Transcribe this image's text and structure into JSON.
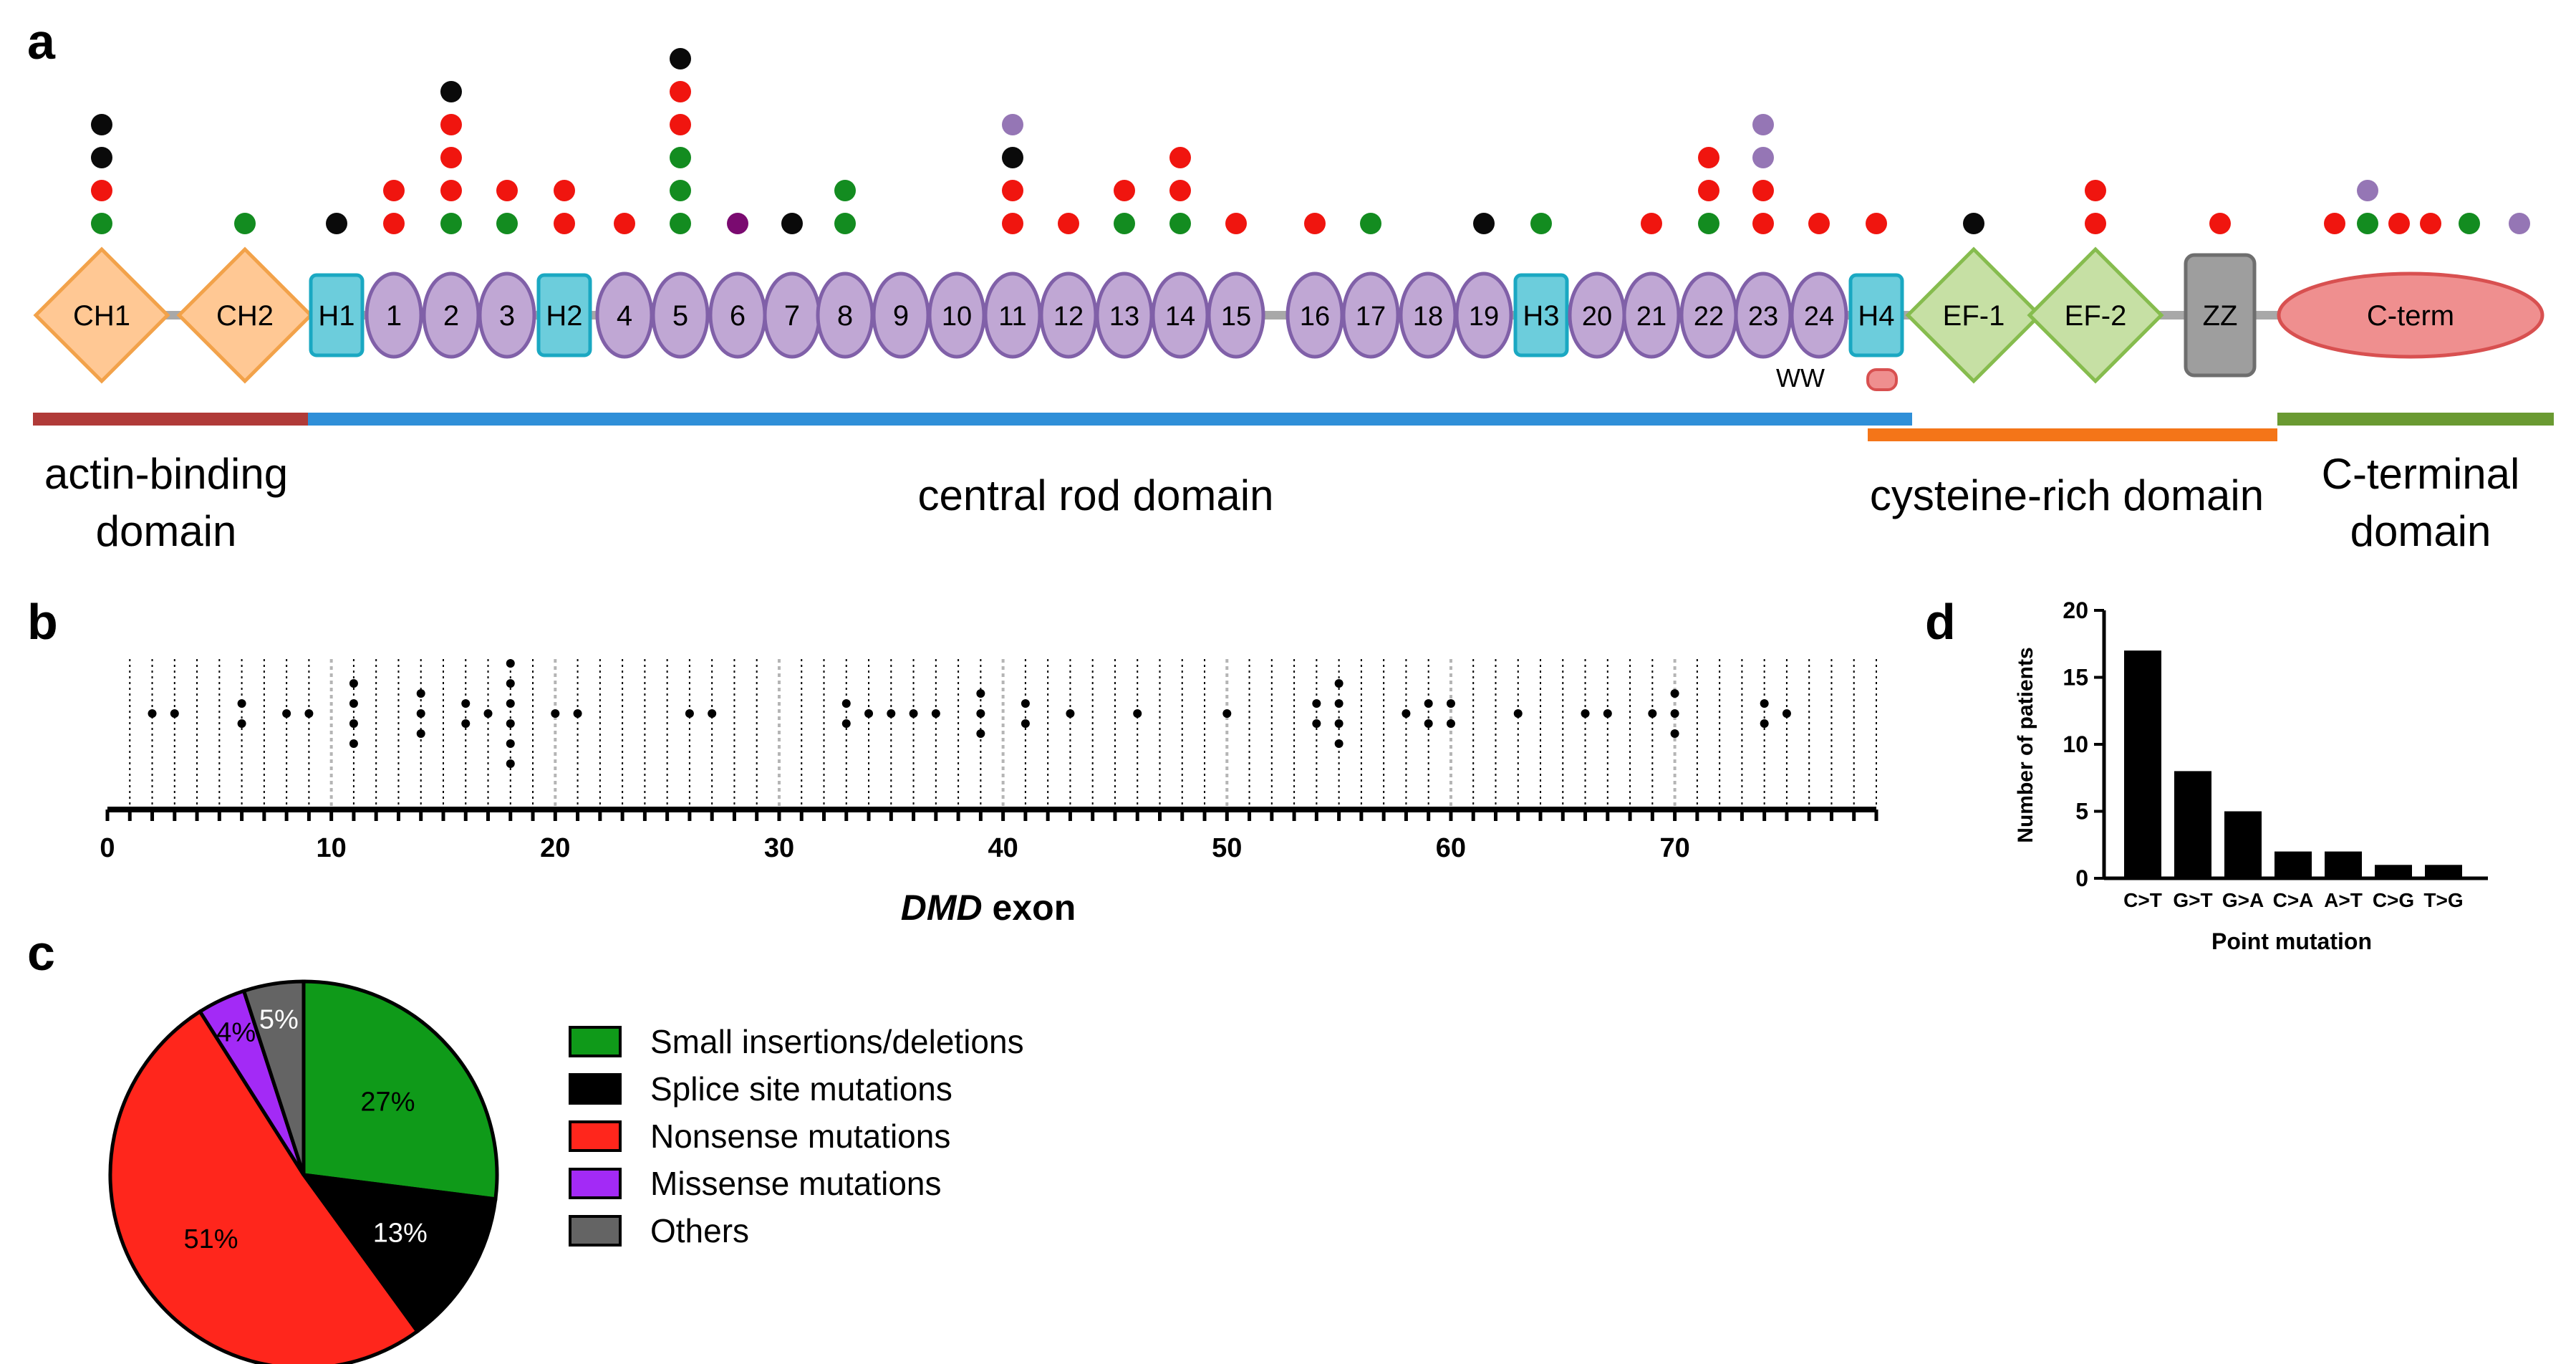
{
  "panels": {
    "a": {
      "letter": "a",
      "domain_labels": {
        "actin_binding": [
          "actin-binding",
          "domain"
        ],
        "central_rod": [
          "central rod domain"
        ],
        "cysteine_rich": [
          "cysteine-rich domain"
        ],
        "c_terminal": [
          "C-terminal",
          "domain"
        ]
      },
      "colors": {
        "actin_binding": "#b03a38",
        "central_rod": "#2f8fd8",
        "cysteine_rich": "#f47518",
        "c_terminal": "#6a9a32",
        "ch_fill": "#ffc894",
        "ch_stroke": "#f2a24a",
        "hinge_fill": "#6ccddc",
        "hinge_stroke": "#1aa8c2",
        "repeat_fill": "#c0a7d4",
        "repeat_stroke": "#8060a8",
        "ef_fill": "#c6e0a4",
        "ef_stroke": "#86bc4e",
        "zz_fill": "#9e9e9e",
        "zz_stroke": "#6e6e6e",
        "cterm_fill": "#ef8f8f",
        "cterm_stroke": "#d85050",
        "linker": "#a8a8a8"
      },
      "mutation_colors": {
        "G": "#138c20",
        "R": "#f0150f",
        "K": "#0a0a0a",
        "P": "#9576b5",
        "M": "#7a0a70"
      },
      "elements": [
        {
          "id": "ch1",
          "label": "CH1",
          "shape": "diamond",
          "kind": "ch",
          "dots": [
            "G",
            "R",
            "K",
            "K"
          ]
        },
        {
          "id": "ch2",
          "label": "CH2",
          "shape": "diamond",
          "kind": "ch",
          "dots": [
            "G"
          ]
        },
        {
          "id": "h1",
          "label": "H1",
          "shape": "hinge",
          "kind": "hinge",
          "dots": [
            "K"
          ]
        },
        {
          "id": "r1",
          "label": "1",
          "shape": "repeat",
          "kind": "repeat",
          "dots": [
            "R",
            "R"
          ]
        },
        {
          "id": "r2",
          "label": "2",
          "shape": "repeat",
          "kind": "repeat",
          "dots": [
            "G",
            "R",
            "R",
            "R",
            "K"
          ]
        },
        {
          "id": "r3",
          "label": "3",
          "shape": "repeat",
          "kind": "repeat",
          "dots": [
            "G",
            "R"
          ]
        },
        {
          "id": "h2",
          "label": "H2",
          "shape": "hinge",
          "kind": "hinge",
          "dots": [
            "R",
            "R"
          ]
        },
        {
          "id": "r4",
          "label": "4",
          "shape": "repeat",
          "kind": "repeat",
          "dots": [
            "R"
          ]
        },
        {
          "id": "r5",
          "label": "5",
          "shape": "repeat",
          "kind": "repeat",
          "dots": [
            "G",
            "G",
            "G",
            "R",
            "R",
            "K"
          ]
        },
        {
          "id": "r6",
          "label": "6",
          "shape": "repeat",
          "kind": "repeat",
          "dots": [
            "M"
          ]
        },
        {
          "id": "r7",
          "label": "7",
          "shape": "repeat",
          "kind": "repeat",
          "dots": [
            "K"
          ]
        },
        {
          "id": "r8",
          "label": "8",
          "shape": "repeat",
          "kind": "repeat",
          "dots": [
            "G",
            "G"
          ]
        },
        {
          "id": "r9",
          "label": "9",
          "shape": "repeat",
          "kind": "repeat",
          "dots": []
        },
        {
          "id": "r10",
          "label": "10",
          "shape": "repeat",
          "kind": "repeat",
          "dots": []
        },
        {
          "id": "r11",
          "label": "11",
          "shape": "repeat",
          "kind": "repeat",
          "dots": [
            "R",
            "R",
            "K",
            "P"
          ]
        },
        {
          "id": "r12",
          "label": "12",
          "shape": "repeat",
          "kind": "repeat",
          "dots": [
            "R"
          ]
        },
        {
          "id": "r13",
          "label": "13",
          "shape": "repeat",
          "kind": "repeat",
          "dots": [
            "G",
            "R"
          ]
        },
        {
          "id": "r14",
          "label": "14",
          "shape": "repeat",
          "kind": "repeat",
          "dots": [
            "G",
            "R",
            "R"
          ]
        },
        {
          "id": "r15",
          "label": "15",
          "shape": "repeat",
          "kind": "repeat",
          "dots": [
            "R"
          ]
        },
        {
          "id": "r16",
          "label": "16",
          "shape": "repeat",
          "kind": "repeat",
          "dots": [
            "R"
          ]
        },
        {
          "id": "r17",
          "label": "17",
          "shape": "repeat",
          "kind": "repeat",
          "dots": [
            "G"
          ]
        },
        {
          "id": "r18",
          "label": "18",
          "shape": "repeat",
          "kind": "repeat",
          "dots": []
        },
        {
          "id": "r19",
          "label": "19",
          "shape": "repeat",
          "kind": "repeat",
          "dots": [
            "K"
          ]
        },
        {
          "id": "h3",
          "label": "H3",
          "shape": "hinge",
          "kind": "hinge",
          "dots": [
            "G"
          ]
        },
        {
          "id": "r20",
          "label": "20",
          "shape": "repeat",
          "kind": "repeat",
          "dots": []
        },
        {
          "id": "r21",
          "label": "21",
          "shape": "repeat",
          "kind": "repeat",
          "dots": [
            "R"
          ]
        },
        {
          "id": "r22",
          "label": "22",
          "shape": "repeat",
          "kind": "repeat",
          "dots": [
            "G",
            "R",
            "R"
          ]
        },
        {
          "id": "r23",
          "label": "23",
          "shape": "repeat",
          "kind": "repeat",
          "dots": [
            "R",
            "R",
            "P",
            "P"
          ]
        },
        {
          "id": "r24",
          "label": "24",
          "shape": "repeat",
          "kind": "repeat",
          "dots": [
            "R"
          ]
        },
        {
          "id": "h4",
          "label": "H4",
          "shape": "hinge",
          "kind": "hinge",
          "dots": [
            "R"
          ]
        },
        {
          "id": "ef1",
          "label": "EF-1",
          "shape": "diamond",
          "kind": "ef",
          "dots": [
            "K"
          ]
        },
        {
          "id": "ef2",
          "label": "EF-2",
          "shape": "diamond",
          "kind": "ef",
          "dots": [
            "R",
            "R"
          ]
        },
        {
          "id": "zz",
          "label": "ZZ",
          "shape": "rect",
          "kind": "zz",
          "dots": [
            "R"
          ]
        },
        {
          "id": "cterm",
          "label": "C-term",
          "shape": "ellipse",
          "kind": "cterm",
          "dots": []
        }
      ],
      "cterm_dots": [
        "R",
        "G",
        "R",
        "R",
        "G",
        "P"
      ],
      "cterm_extra_dot": "P",
      "ww_label": "WW"
    },
    "b": {
      "letter": "b",
      "chart_data": {
        "type": "scatter",
        "title": "",
        "xlabel_italic": "DMD",
        "xlabel_rest": " exon",
        "ylabel": "",
        "xlim": [
          0,
          79
        ],
        "ticks": [
          0,
          10,
          20,
          30,
          40,
          50,
          60,
          70
        ],
        "counts": [
          {
            "exon": 2,
            "n": 1
          },
          {
            "exon": 3,
            "n": 1
          },
          {
            "exon": 6,
            "n": 2
          },
          {
            "exon": 8,
            "n": 1
          },
          {
            "exon": 9,
            "n": 1
          },
          {
            "exon": 11,
            "n": 4
          },
          {
            "exon": 14,
            "n": 3
          },
          {
            "exon": 16,
            "n": 2
          },
          {
            "exon": 17,
            "n": 1
          },
          {
            "exon": 18,
            "n": 6
          },
          {
            "exon": 20,
            "n": 1
          },
          {
            "exon": 21,
            "n": 1
          },
          {
            "exon": 26,
            "n": 1
          },
          {
            "exon": 27,
            "n": 1
          },
          {
            "exon": 33,
            "n": 2
          },
          {
            "exon": 34,
            "n": 1
          },
          {
            "exon": 35,
            "n": 1
          },
          {
            "exon": 36,
            "n": 1
          },
          {
            "exon": 37,
            "n": 1
          },
          {
            "exon": 39,
            "n": 3
          },
          {
            "exon": 41,
            "n": 2
          },
          {
            "exon": 43,
            "n": 1
          },
          {
            "exon": 46,
            "n": 1
          },
          {
            "exon": 50,
            "n": 1
          },
          {
            "exon": 54,
            "n": 2
          },
          {
            "exon": 55,
            "n": 4
          },
          {
            "exon": 58,
            "n": 1
          },
          {
            "exon": 59,
            "n": 2
          },
          {
            "exon": 60,
            "n": 2
          },
          {
            "exon": 63,
            "n": 1
          },
          {
            "exon": 66,
            "n": 1
          },
          {
            "exon": 67,
            "n": 1
          },
          {
            "exon": 69,
            "n": 1
          },
          {
            "exon": 70,
            "n": 3
          },
          {
            "exon": 74,
            "n": 2
          },
          {
            "exon": 75,
            "n": 1
          }
        ]
      }
    },
    "c": {
      "letter": "c",
      "chart_data": {
        "type": "pie",
        "title": "",
        "slices": [
          {
            "name": "Small insertions/deletions",
            "value": 27,
            "label": "27%",
            "color": "#0f9a19",
            "label_color": "#000000"
          },
          {
            "name": "Splice site mutations",
            "value": 13,
            "label": "13%",
            "color": "#000000",
            "label_color": "#ffffff"
          },
          {
            "name": "Nonsense mutations",
            "value": 51,
            "label": "51%",
            "color": "#ff261c",
            "label_color": "#000000"
          },
          {
            "name": "Missense mutations",
            "value": 4,
            "label": "4%",
            "color": "#a32af6",
            "label_color": "#000000"
          },
          {
            "name": "Others",
            "value": 5,
            "label": "5%",
            "color": "#646464",
            "label_color": "#ffffff"
          }
        ]
      }
    },
    "d": {
      "letter": "d",
      "chart_data": {
        "type": "bar",
        "title": "",
        "categories": [
          "C>T",
          "G>T",
          "G>A",
          "C>A",
          "A>T",
          "C>G",
          "T>G"
        ],
        "values": [
          17,
          8,
          5,
          2,
          2,
          1,
          1
        ],
        "xlabel": "Point mutation",
        "ylabel": "Number of patients",
        "ylim": [
          0,
          20
        ],
        "yticks": [
          0,
          5,
          10,
          15,
          20
        ]
      }
    }
  }
}
